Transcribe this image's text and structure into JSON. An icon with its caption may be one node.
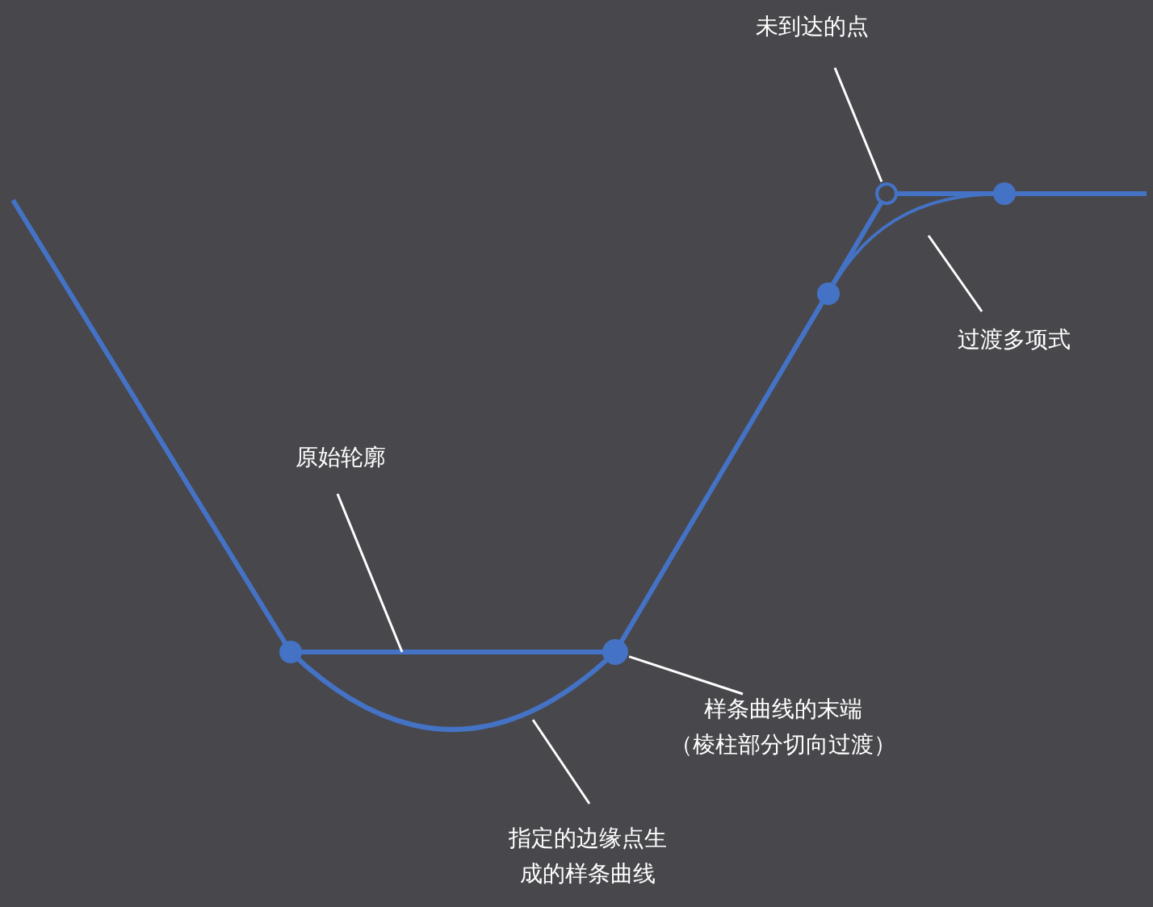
{
  "diagram": {
    "nodes": [
      {
        "text": [
          "未到达的点"
        ]
      },
      {
        "text": [],
        "shape": "circle"
      },
      {
        "text": [
          "过渡多项式"
        ]
      },
      {
        "text": [
          "原始轮廓"
        ]
      },
      {
        "text": [],
        "shape": "circle"
      },
      {
        "text": [
          "样条曲线的末端",
          "（棱柱部分切向过渡）"
        ]
      },
      {
        "text": [
          "指定的边缘点生成的样条曲线"
        ]
      }
    ],
    "edges": [
      {
        "from": 0,
        "to": 1,
        "arrow": "none"
      },
      {
        "from": 2,
        "to": null,
        "arrow": "none"
      },
      {
        "from": 3,
        "to": null,
        "arrow": "none"
      },
      {
        "from": 5,
        "to": 4,
        "arrow": "none"
      },
      {
        "from": 6,
        "to": null,
        "arrow": "none"
      }
    ]
  }
}
